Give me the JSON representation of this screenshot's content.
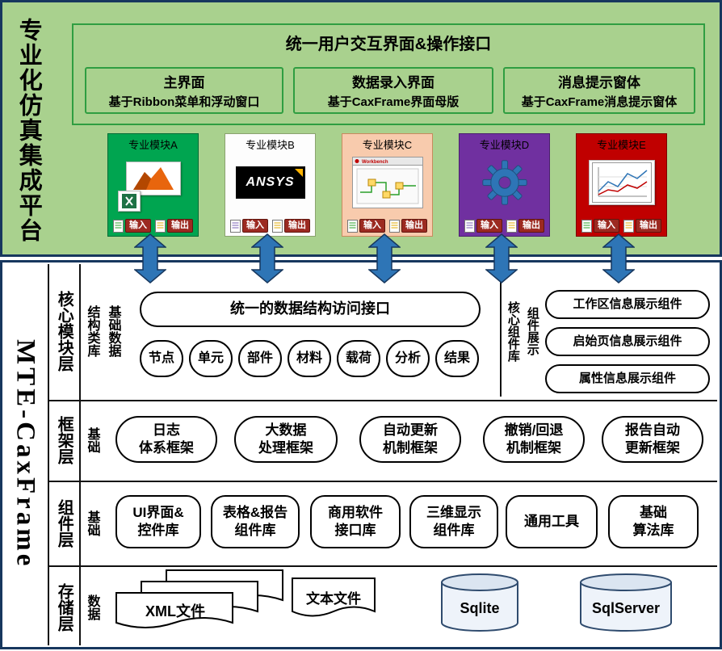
{
  "colors": {
    "border_navy": "#17375e",
    "section_green": "#a9d18e",
    "green_box_border": "#2f9e41",
    "arrow_blue": "#2e75b6",
    "module_a_green": "#00a550",
    "module_c_peach": "#f8cbad",
    "module_d_purple": "#7030a0",
    "module_e_red": "#c00000",
    "io_badge_red": "#9c2a21"
  },
  "platform_title": "专业化仿真集成平台",
  "frame_title": "MTE-CaxFrame",
  "unified_ui": {
    "title": "统一用户交互界面&操作接口",
    "panels": [
      {
        "title": "主界面",
        "subtitle": "基于Ribbon菜单和浮动窗口"
      },
      {
        "title": "数据录入界面",
        "subtitle": "基于CaxFrame界面母版"
      },
      {
        "title": "消息提示窗体",
        "subtitle": "基于CaxFrame消息提示窗体"
      }
    ]
  },
  "modules": [
    {
      "label": "专业模块A",
      "input": "输入",
      "output": "输出"
    },
    {
      "label": "专业模块B",
      "icon_text": "ANSYS",
      "input": "输入",
      "output": "输出"
    },
    {
      "label": "专业模块C",
      "icon_text": "Workbench",
      "input": "输入",
      "output": "输出"
    },
    {
      "label": "专业模块D",
      "input": "输入",
      "output": "输出"
    },
    {
      "label": "专业模块E",
      "input": "输入",
      "output": "输出"
    }
  ],
  "core_layer": {
    "label": "核心模块层",
    "sub_label_1": "结构类库",
    "sub_label_2": "基础数据",
    "interface_box": "统一的数据结构访问接口",
    "items": [
      "节点",
      "单元",
      "部件",
      "材料",
      "载荷",
      "分析",
      "结果"
    ],
    "right_label_1": "核心组件库",
    "right_label_2": "组件展示",
    "right_items": [
      "工作区信息展示组件",
      "启始页信息展示组件",
      "属性信息展示组件"
    ]
  },
  "framework_layer": {
    "label": "框架层",
    "sub_label": "基础",
    "items": [
      "日志\n体系框架",
      "大数据\n处理框架",
      "自动更新\n机制框架",
      "撤销/回退\n机制框架",
      "报告自动\n更新框架"
    ]
  },
  "component_layer": {
    "label": "组件层",
    "sub_label": "基础",
    "items": [
      "UI界面&\n控件库",
      "表格&报告\n组件库",
      "商用软件\n接口库",
      "三维显示\n组件库",
      "通用工具",
      "基础\n算法库"
    ]
  },
  "storage_layer": {
    "label": "存储层",
    "sub_label": "数据",
    "items": [
      "XML文件",
      "文本文件",
      "Sqlite",
      "SqlServer"
    ]
  }
}
